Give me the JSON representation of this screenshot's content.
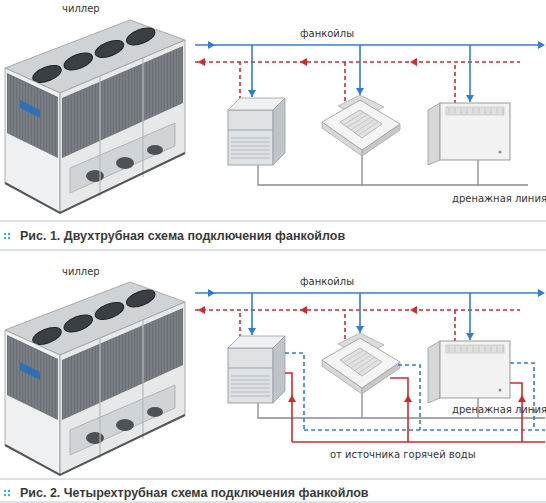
{
  "diagram": {
    "nodes": [
      {
        "text": [
          "чиллер"
        ]
      },
      {
        "text": [
          "чиллер"
        ]
      }
    ],
    "labels": [
      "фанкойлы",
      "дренажная линия",
      "Рис. 1. Двухтрубная схема подключения фанкойлов",
      "фанкойлы",
      "дренажная линия",
      "от источника горячей воды",
      "Рис. 2. Четырехтрубная схема подключения фанкойлов"
    ]
  }
}
